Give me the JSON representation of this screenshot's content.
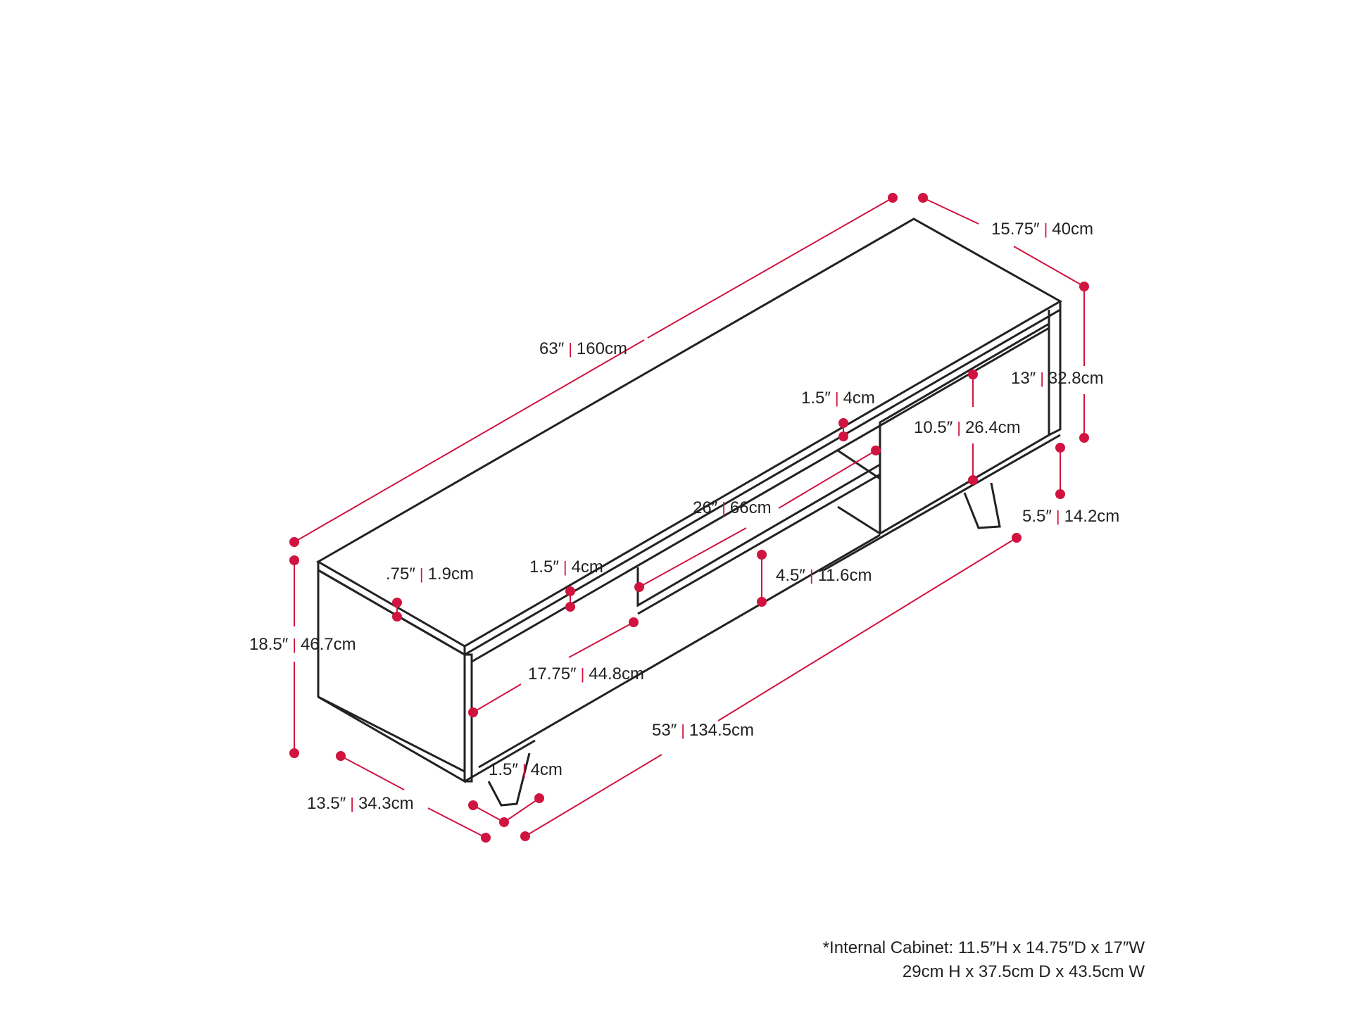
{
  "colors": {
    "line": "#222222",
    "dimension": "#d0143f",
    "background": "#ffffff"
  },
  "dimensions": {
    "length": {
      "imperial": "63″",
      "metric": "160cm"
    },
    "depth_top": {
      "imperial": "15.75″",
      "metric": "40cm"
    },
    "side_height": {
      "imperial": "13″",
      "metric": "32.8cm"
    },
    "top_thickness": {
      "imperial": "1.5″",
      "metric": "4cm"
    },
    "compartment": {
      "imperial": "10.5″",
      "metric": "26.4cm"
    },
    "open_width": {
      "imperial": "26″",
      "metric": "66cm"
    },
    "leg_height": {
      "imperial": "5.5″",
      "metric": "14.2cm"
    },
    "panel_left": {
      "imperial": "1.5″",
      "metric": "4cm"
    },
    "lower_shelf": {
      "imperial": "4.5″",
      "metric": "11.6cm"
    },
    "edge": {
      "imperial": ".75″",
      "metric": "1.9cm"
    },
    "height": {
      "imperial": "18.5″",
      "metric": "46.7cm"
    },
    "inner_width": {
      "imperial": "17.75″",
      "metric": "44.8cm"
    },
    "leg_span": {
      "imperial": "53″",
      "metric": "134.5cm"
    },
    "leg_thickness": {
      "imperial": "1.5″",
      "metric": "4cm"
    },
    "depth_base": {
      "imperial": "13.5″",
      "metric": "34.3cm"
    }
  },
  "note": {
    "line1": "*Internal Cabinet: 11.5″H x 14.75″D x 17″W",
    "line2": "29cm H x 37.5cm D x 43.5cm W"
  }
}
